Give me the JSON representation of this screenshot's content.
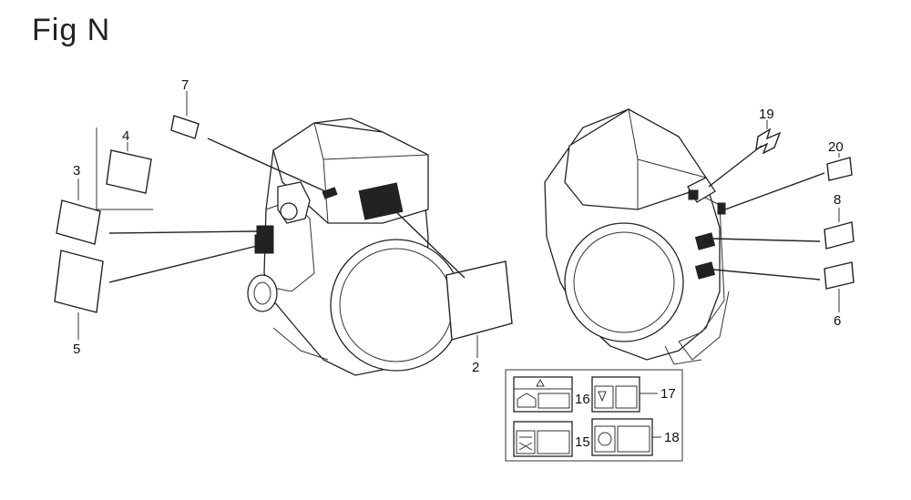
{
  "figure": {
    "title": "Fig N"
  },
  "callouts": {
    "c2": "2",
    "c3": "3",
    "c4": "4",
    "c5": "5",
    "c6": "6",
    "c7": "7",
    "c8": "8",
    "c15": "15",
    "c16": "16",
    "c17": "17",
    "c18": "18",
    "c19": "19",
    "c20": "20"
  }
}
